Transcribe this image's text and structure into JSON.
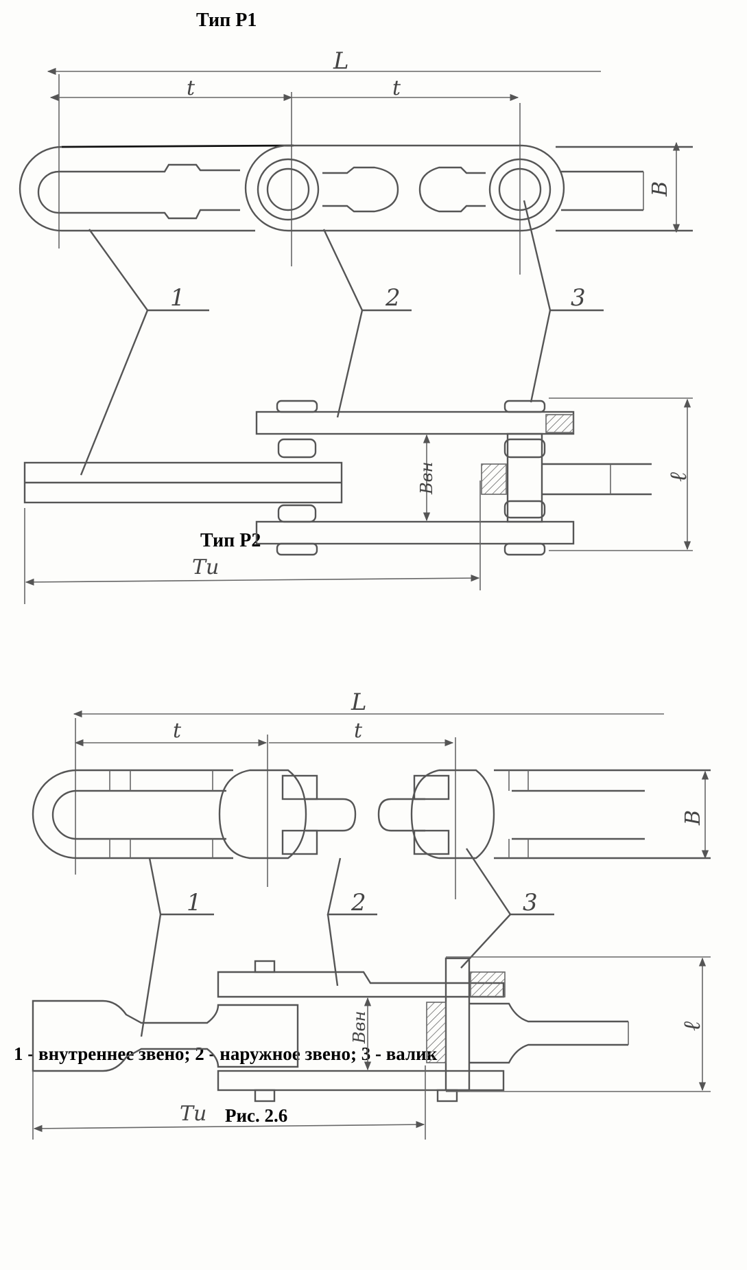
{
  "figure": {
    "title_p1": "Тип Р1",
    "title_p2": "Тип Р2",
    "caption": "1 - внутреннее звено; 2 - наружное звено; 3 - валик",
    "figure_number": "Рис. 2.6"
  },
  "p1": {
    "dimension_labels": {
      "L": "L",
      "t1": "t",
      "t2": "t",
      "B": "B",
      "Bvn": "Bвн",
      "l": "ℓ",
      "Tu": "Tu"
    },
    "callouts": [
      "1",
      "2",
      "3"
    ]
  },
  "p2": {
    "dimension_labels": {
      "L": "L",
      "t1": "t",
      "t2": "t",
      "B": "B",
      "Bvn": "Bвн",
      "l": "ℓ",
      "Tu": "Tu"
    },
    "callouts": [
      "1",
      "2",
      "3"
    ]
  }
}
